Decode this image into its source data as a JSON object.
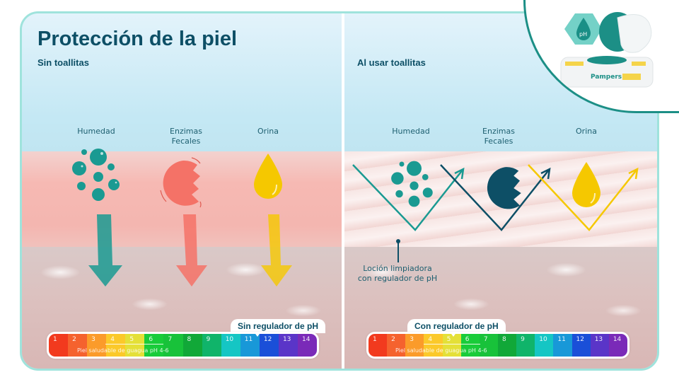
{
  "title": "Protección de la piel",
  "left_panel": {
    "subtitle": "Sin toallitas",
    "items": [
      {
        "label": "Humedad",
        "icon": "bubbles-icon",
        "color": "#1a9a92"
      },
      {
        "label_line1": "Enzimas",
        "label_line2": "Fecales",
        "icon": "enzyme-icon",
        "color": "#f47267"
      },
      {
        "label": "Orina",
        "icon": "drop-icon",
        "color": "#f5c800"
      }
    ],
    "ph_scale": {
      "tab_label": "Sin regulador de pH",
      "pointer_at": 12,
      "caption": "Piel saludable de guagua pH 4-6"
    }
  },
  "right_panel": {
    "subtitle": "Al usar toallitas",
    "items": [
      {
        "label": "Humedad",
        "icon": "bubbles-icon",
        "color": "#1a9a92"
      },
      {
        "label_line1": "Enzimas",
        "label_line2": "Fecales",
        "icon": "enzyme-icon",
        "color": "#0d4f66"
      },
      {
        "label": "Orina",
        "icon": "drop-icon",
        "color": "#f5c800"
      }
    ],
    "callout": {
      "line1": "Loción limpiadora",
      "line2": "con regulador de pH"
    },
    "ph_scale": {
      "tab_label": "Con regulador de pH",
      "pointer_at": 5,
      "caption": "Piel saludable de guagua pH 4-6"
    }
  },
  "ph_values": [
    "1",
    "2",
    "3",
    "4",
    "5",
    "6",
    "7",
    "8",
    "9",
    "10",
    "11",
    "12",
    "13",
    "14"
  ],
  "ph_colors": [
    "#f23a1e",
    "#f5622e",
    "#fb9b2a",
    "#fbc92a",
    "#e4e038",
    "#19cc3a",
    "#18c23a",
    "#11a838",
    "#10b46a",
    "#15c6c4",
    "#1898d8",
    "#1a4fd8",
    "#5a35c8",
    "#7a2ab8"
  ],
  "product": {
    "badge_text": "pH",
    "brand": "Pampers"
  }
}
